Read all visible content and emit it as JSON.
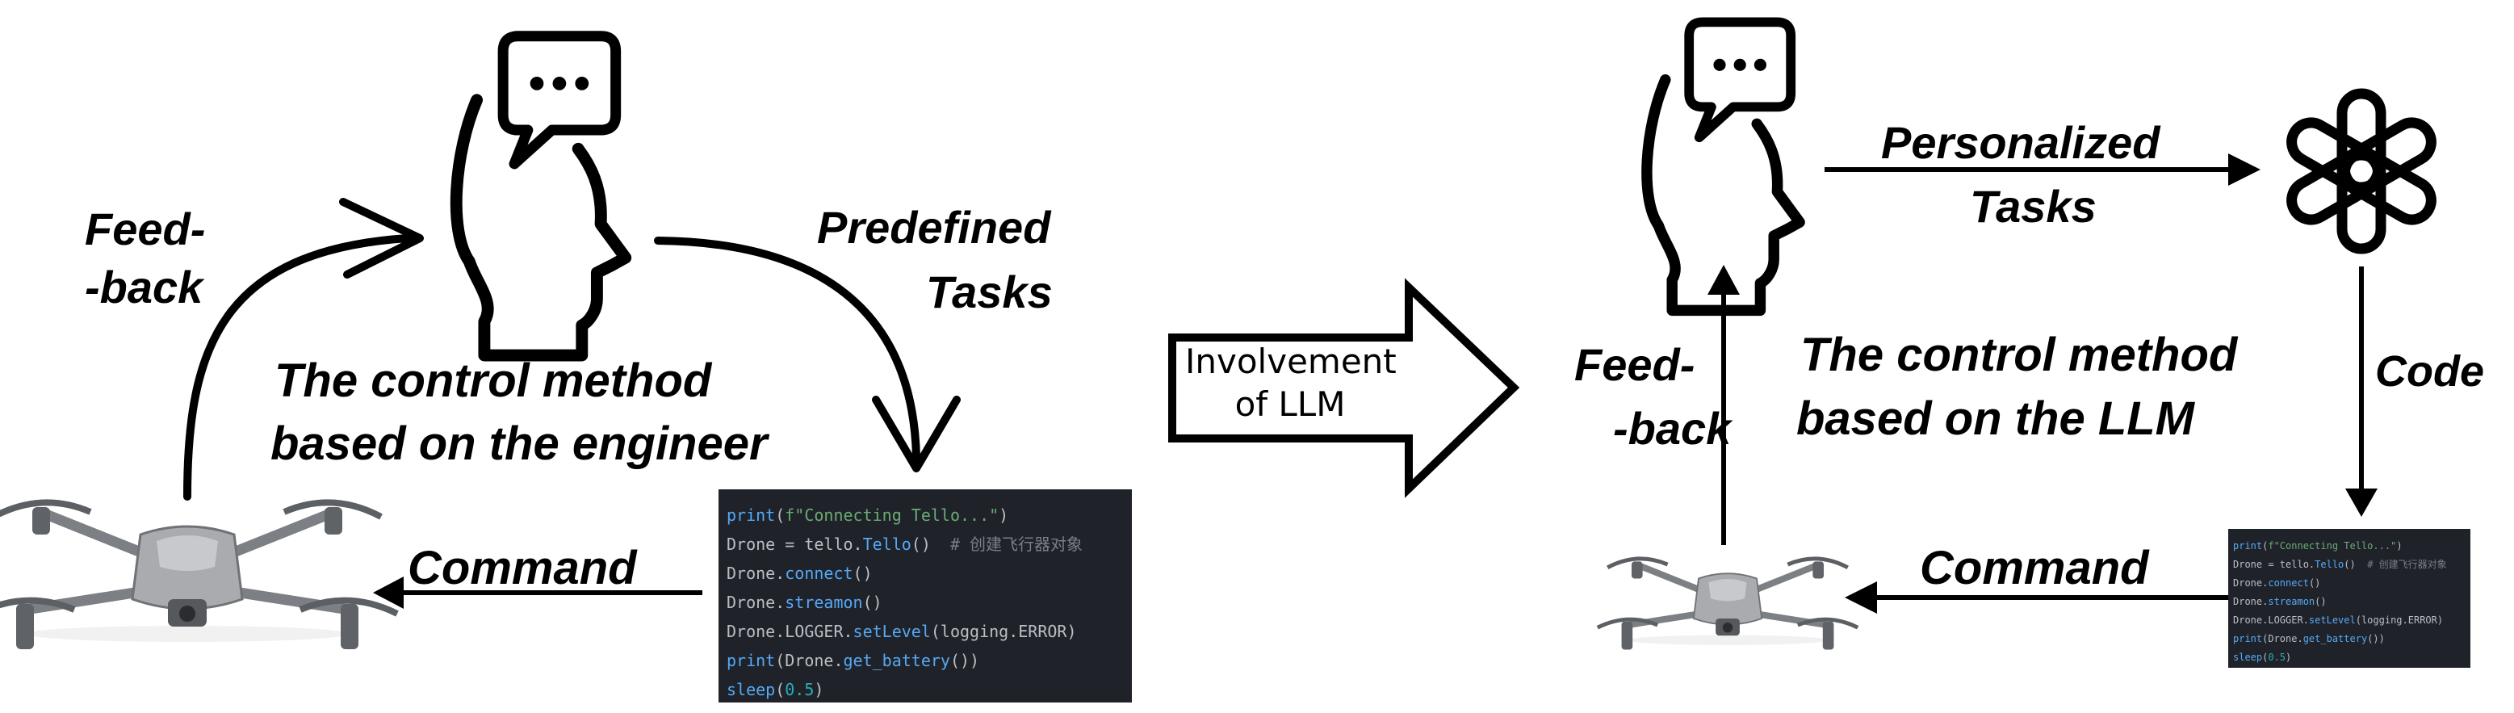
{
  "left_panel": {
    "feedback_label_1": "Feed-",
    "feedback_label_2": "-back",
    "task_label_1": "Predefined",
    "task_label_2": "Tasks",
    "method_label_1": "The control method",
    "method_label_2": "based on the engineer",
    "command_label": "Command"
  },
  "center": {
    "arrow_label_1": "Involvement",
    "arrow_label_2": "of LLM"
  },
  "right_panel": {
    "task_label_1": "Personalized",
    "task_label_2": "Tasks",
    "code_label": "Code",
    "feedback_label_1": "Feed-",
    "feedback_label_2": "-back",
    "method_label_1": "The control method",
    "method_label_2": "based on the LLM",
    "command_label": "Command"
  },
  "code_snippet": {
    "line1": {
      "fn": "print",
      "open": "(",
      "str": "f\"Connecting Tello...\"",
      "close": ")"
    },
    "line2": {
      "a": "Drone = tello.",
      "b": "Tello",
      "c": "()  ",
      "comment": "# 创建飞行器对象"
    },
    "line3": {
      "a": "Drone.",
      "b": "connect",
      "c": "()"
    },
    "line4": {
      "a": "Drone.",
      "b": "streamon",
      "c": "()"
    },
    "line5": {
      "a": "Drone.LOGGER.",
      "b": "setLevel",
      "c": "(logging.ERROR)"
    },
    "line6": {
      "fn": "print",
      "a": "(Drone.",
      "b": "get_battery",
      "c": "())"
    },
    "line7": {
      "fn": "sleep",
      "a": "(",
      "num": "0.5",
      "c": ")"
    }
  },
  "icons": [
    "human-head-speech-icon",
    "drone-icon",
    "openai-logo-icon"
  ],
  "colors": {
    "ink": "#000000",
    "code_bg": "#1f2329",
    "drone_body": "#a9abae"
  }
}
